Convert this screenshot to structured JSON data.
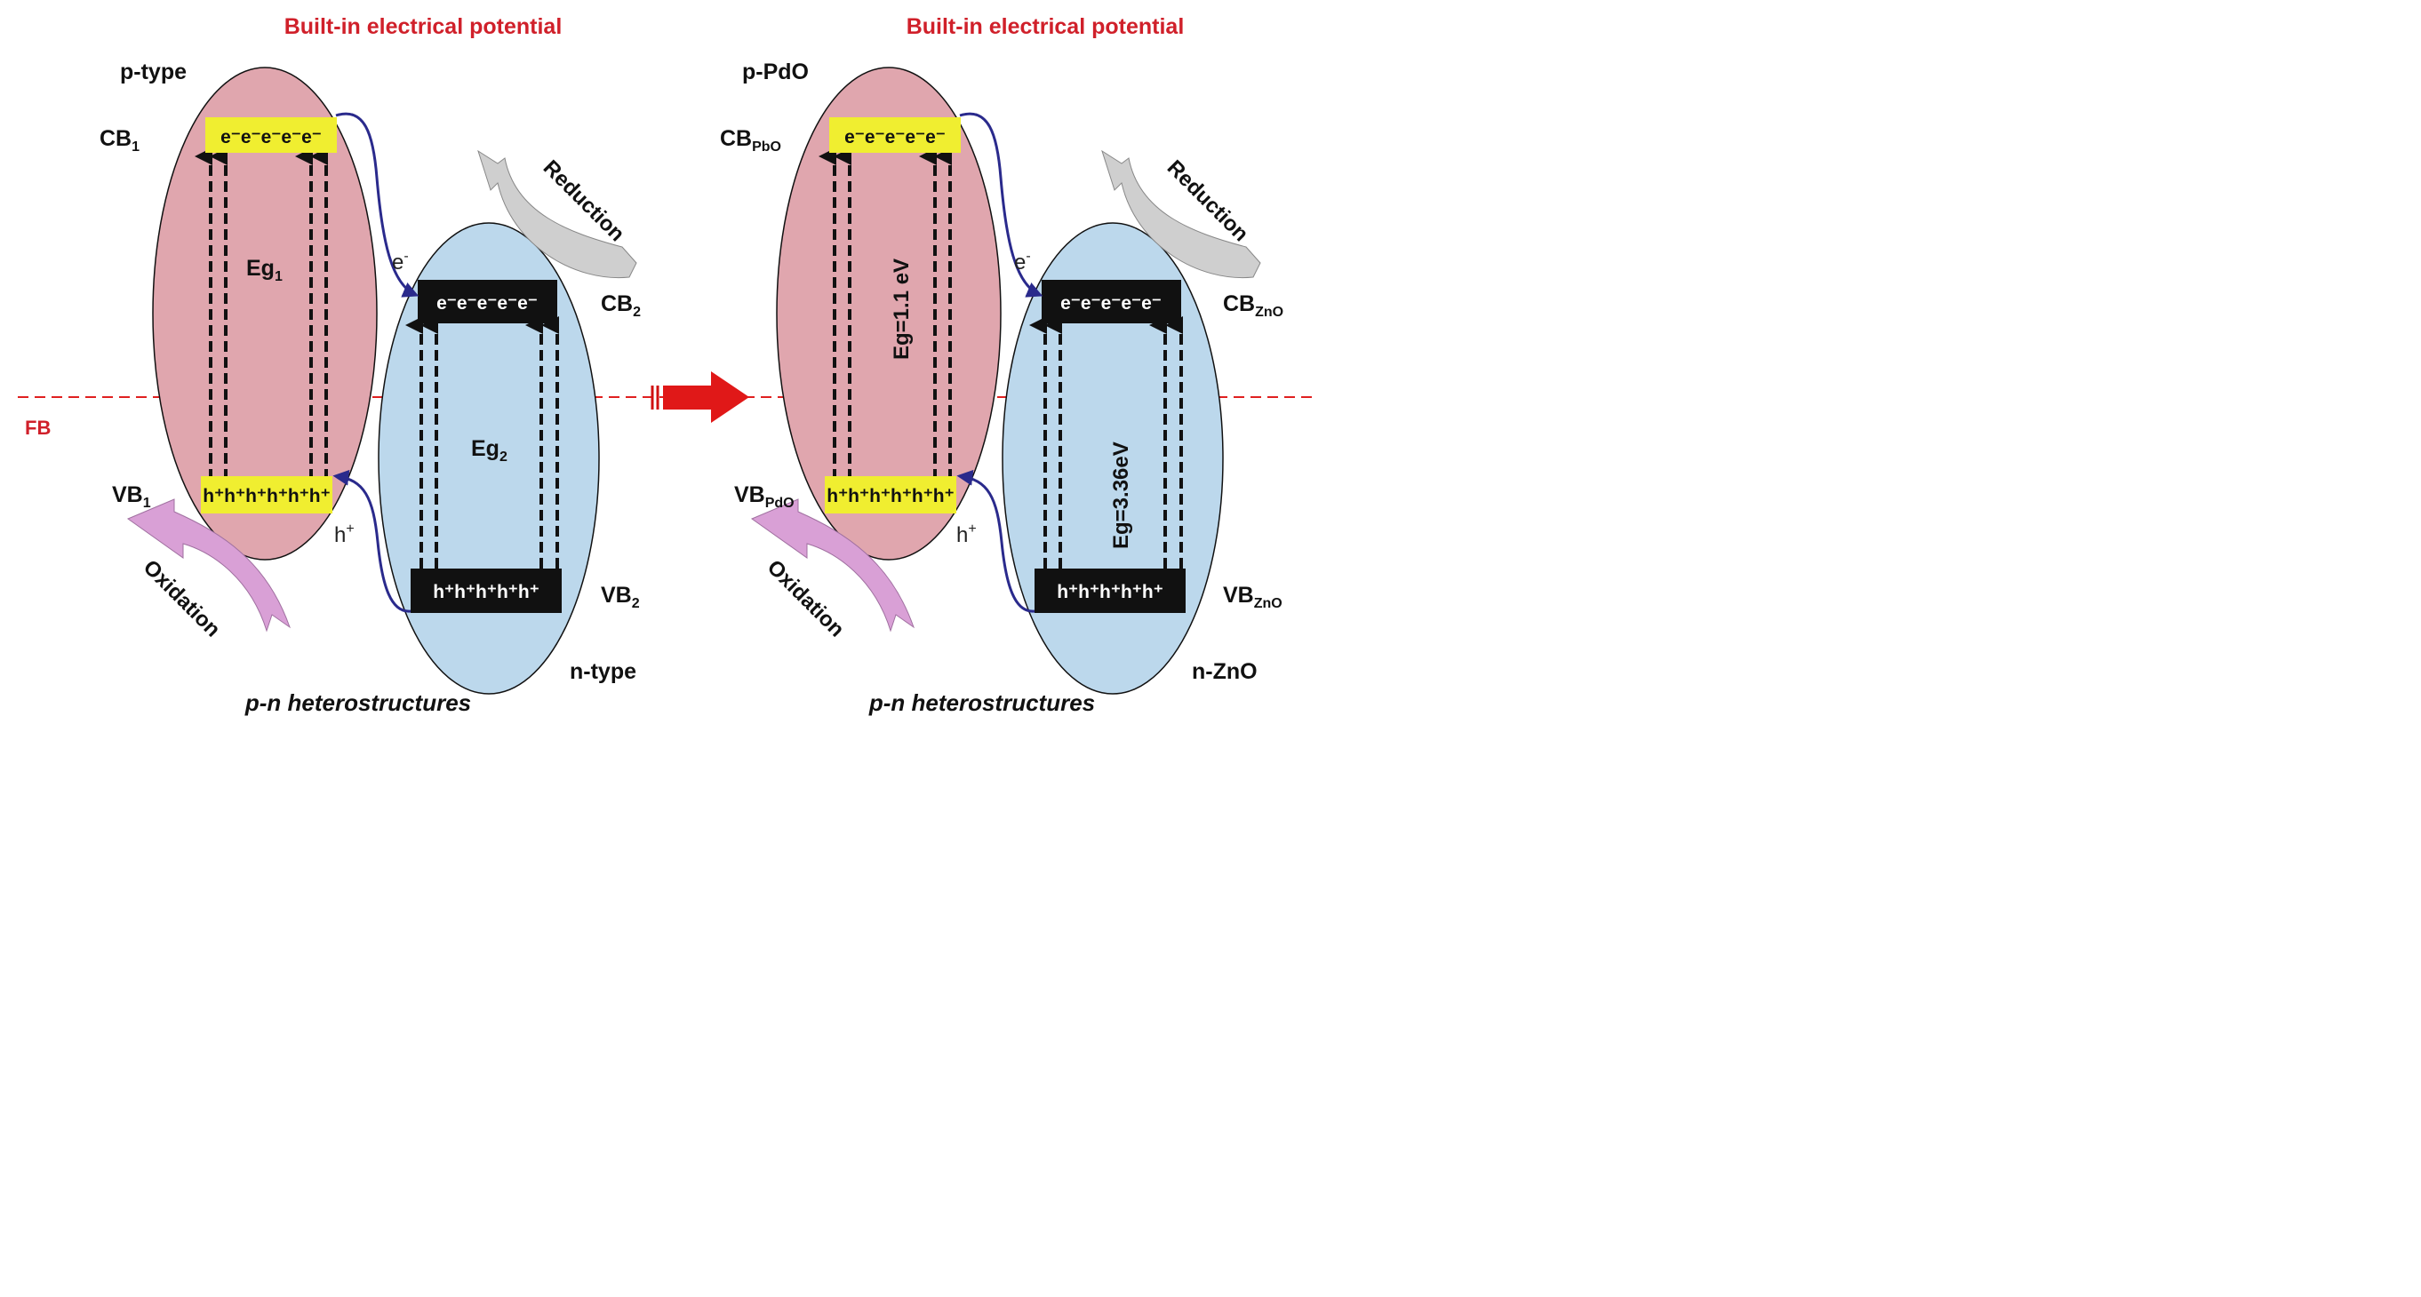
{
  "colors": {
    "title": "#d0202a",
    "fb_line": "#e02020",
    "p_ellipse": "#e0a6ae",
    "n_ellipse": "#bcd8ec",
    "cb_box": "#f0ee30",
    "n_box": "#111111",
    "transfer_arrow": "#2a2a8c",
    "transition_arrow": "#111111",
    "reduction_arrow": "#cfcfcf",
    "oxidation_arrow": "#d9a0d6",
    "main_arrow": "#e01818"
  },
  "fb_label": "FB",
  "panels": [
    {
      "title": "Built-in electrical potential",
      "p_label": "p-type",
      "n_label": "n-type",
      "caption": "p-n heterostructures",
      "cb1": {
        "main": "CB",
        "sub": "1"
      },
      "vb1": {
        "main": "VB",
        "sub": "1"
      },
      "cb2": {
        "main": "CB",
        "sub": "2"
      },
      "vb2": {
        "main": "VB",
        "sub": "2"
      },
      "eg1": {
        "main": "Eg",
        "sub": "1"
      },
      "eg2": {
        "main": "Eg",
        "sub": "2"
      },
      "electron_box": "e⁻e⁻e⁻e⁻e⁻",
      "hole_box": "h⁺h⁺h⁺h⁺h⁺h⁺",
      "hole_box_n": "h⁺h⁺h⁺h⁺h⁺",
      "e_transfer": {
        "main": "e",
        "sup": "-"
      },
      "h_transfer": {
        "main": "h",
        "sup": "+"
      },
      "reduction": "Reduction",
      "oxidation": "Oxidation"
    },
    {
      "title": "Built-in electrical potential",
      "p_label": "p-PdO",
      "n_label": "n-ZnO",
      "caption": "p-n heterostructures",
      "cb1": {
        "main": "CB",
        "sub": "PbO"
      },
      "vb1": {
        "main": "VB",
        "sub": "PdO"
      },
      "cb2": {
        "main": "CB",
        "sub": "ZnO"
      },
      "vb2": {
        "main": "VB",
        "sub": "ZnO"
      },
      "eg1_text": "Eg=1.1 eV",
      "eg2_text": "Eg=3.36eV",
      "electron_box": "e⁻e⁻e⁻e⁻e⁻",
      "hole_box": "h⁺h⁺h⁺h⁺h⁺h⁺",
      "hole_box_n": "h⁺h⁺h⁺h⁺h⁺",
      "e_transfer": {
        "main": "e",
        "sup": "-"
      },
      "h_transfer": {
        "main": "h",
        "sup": "+"
      },
      "reduction": "Reduction",
      "oxidation": "Oxidation"
    }
  ]
}
